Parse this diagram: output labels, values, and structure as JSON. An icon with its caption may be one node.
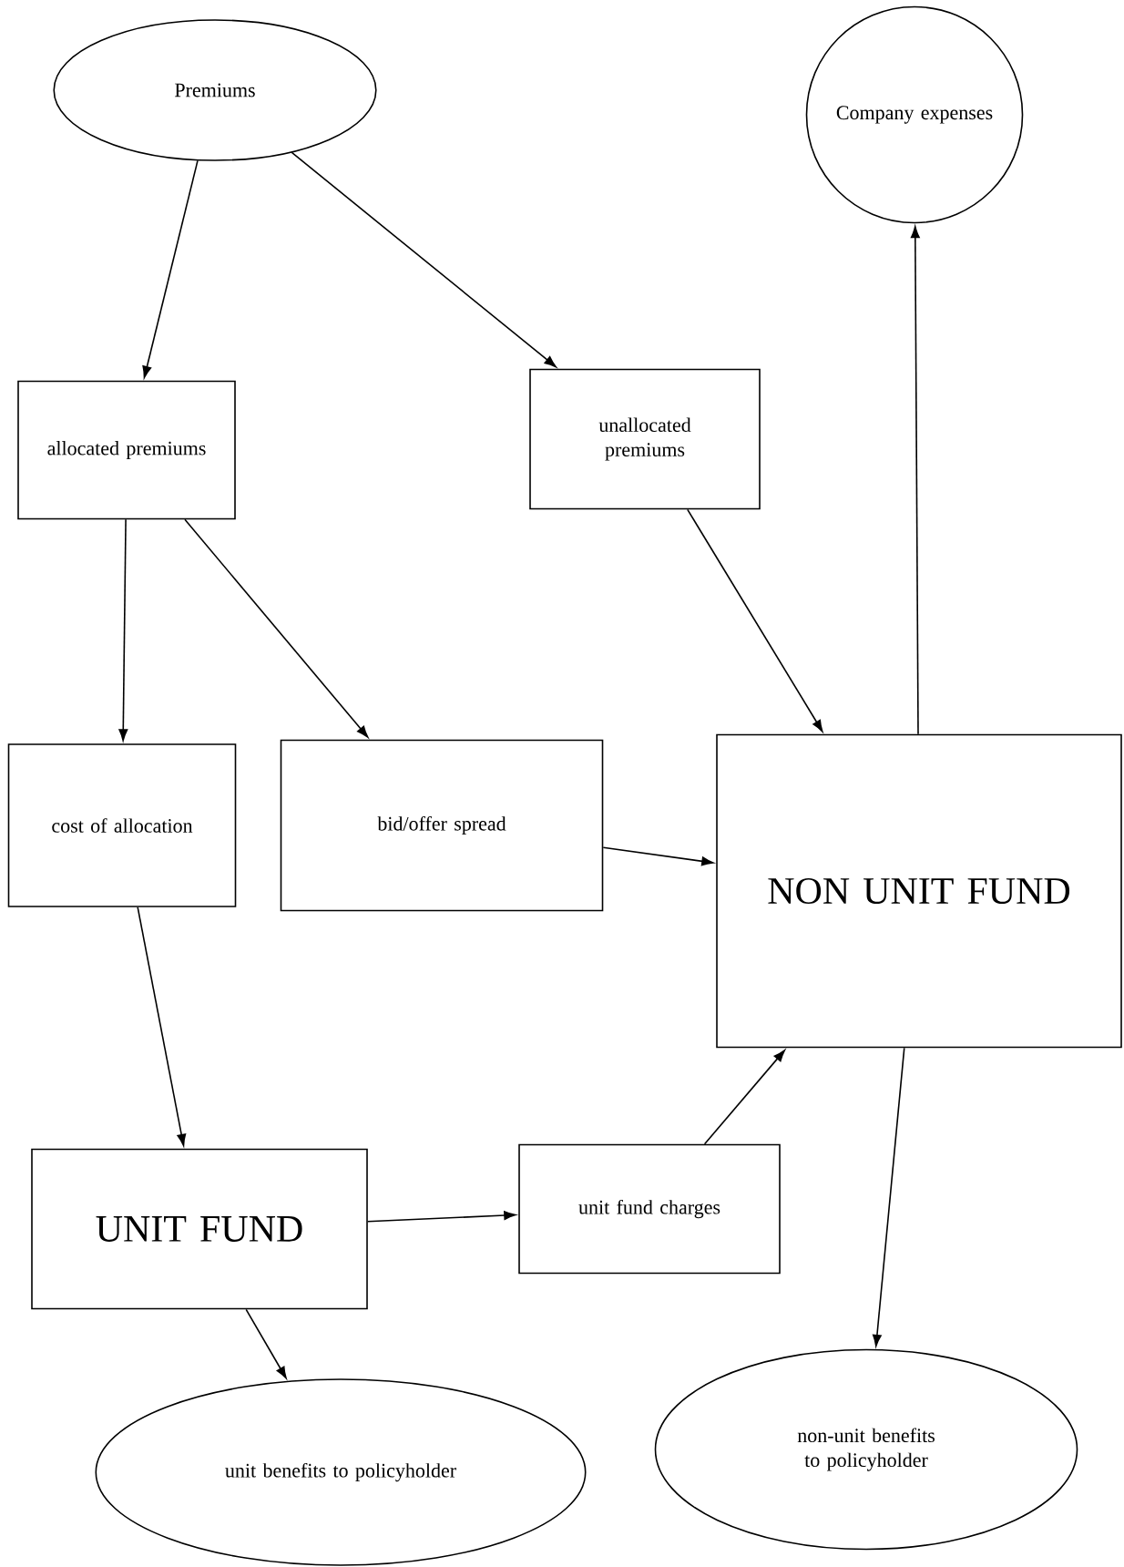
{
  "diagram": {
    "nodes": [
      {
        "text": [
          "Premiums"
        ]
      },
      {
        "text": [
          "Company expenses"
        ]
      },
      {
        "text": [
          "allocated premiums"
        ]
      },
      {
        "text": [
          "unallocated premiums"
        ]
      },
      {
        "text": [
          "cost of allocation"
        ]
      },
      {
        "text": [
          "bid/offer spread"
        ]
      },
      {
        "text": [
          "NON UNIT FUND"
        ]
      },
      {
        "text": [
          "UNIT FUND"
        ]
      },
      {
        "text": [
          "unit fund charges"
        ]
      },
      {
        "text": [
          "unit benefits to policyholder"
        ]
      },
      {
        "text": [
          "non-unit benefits to policyholder"
        ]
      }
    ],
    "edges": [
      {
        "from": 0,
        "to": 2,
        "arrow": "to"
      },
      {
        "from": 0,
        "to": 3,
        "arrow": "to"
      },
      {
        "from": 2,
        "to": 4,
        "arrow": "to"
      },
      {
        "from": 2,
        "to": 5,
        "arrow": "to"
      },
      {
        "from": 3,
        "to": 6,
        "arrow": "to"
      },
      {
        "from": 5,
        "to": 6,
        "arrow": "to"
      },
      {
        "from": 6,
        "to": 1,
        "arrow": "to"
      },
      {
        "from": 4,
        "to": 7,
        "arrow": "to"
      },
      {
        "from": 7,
        "to": 8,
        "arrow": "to"
      },
      {
        "from": 8,
        "to": 6,
        "arrow": "to"
      },
      {
        "from": 7,
        "to": 9,
        "arrow": "to"
      },
      {
        "from": 6,
        "to": 10,
        "arrow": "to"
      }
    ]
  }
}
